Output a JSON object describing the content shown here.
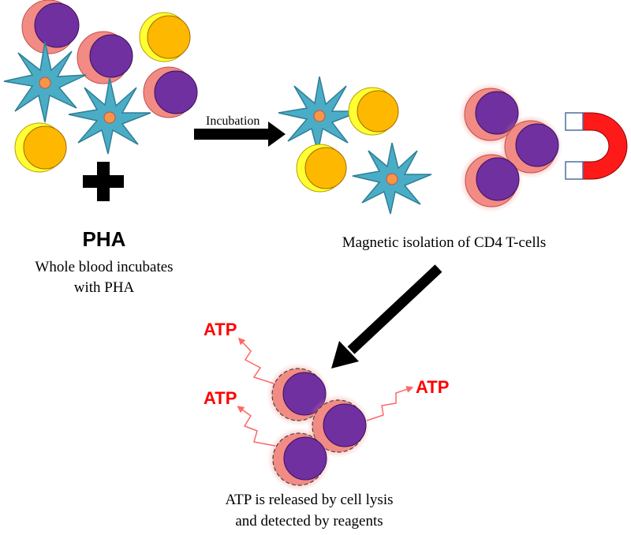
{
  "labels": {
    "incubation": "Incubation",
    "pha": "PHA",
    "pha_desc_line1": "Whole blood incubates",
    "pha_desc_line2": "with PHA",
    "magnetic": "Magnetic isolation of CD4 T-cells",
    "atp": "ATP",
    "result_line1": "ATP is released by cell lysis",
    "result_line2": "and detected by reagents"
  },
  "colors": {
    "cell_outer": "#f28b84",
    "cell_nucleus": "#7030a0",
    "yellow_outer": "#ffff33",
    "yellow_inner": "#ffb800",
    "star_body": "#4bacc6",
    "star_core": "#f79646",
    "magnet_red": "#ff1a1a",
    "atp_red": "#ff0000",
    "arrow": "#000000"
  }
}
